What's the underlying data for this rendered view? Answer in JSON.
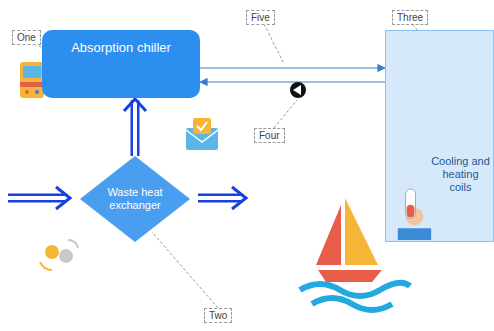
{
  "diagram": {
    "nodes": [
      {
        "text": [
          "Absorption chiller"
        ]
      },
      {
        "text": [
          "Cooling and heating coils"
        ]
      },
      {
        "text": [
          "Waste heat exchanger"
        ]
      }
    ],
    "edges": [
      {
        "from": 2,
        "to": 0,
        "arrow": "to"
      },
      {
        "from": 0,
        "to": 1,
        "arrow": "to"
      },
      {
        "from": 1,
        "to": 0,
        "arrow": "to"
      }
    ],
    "labels": [
      "One",
      "Two",
      "Three",
      "Four",
      "Five"
    ]
  }
}
